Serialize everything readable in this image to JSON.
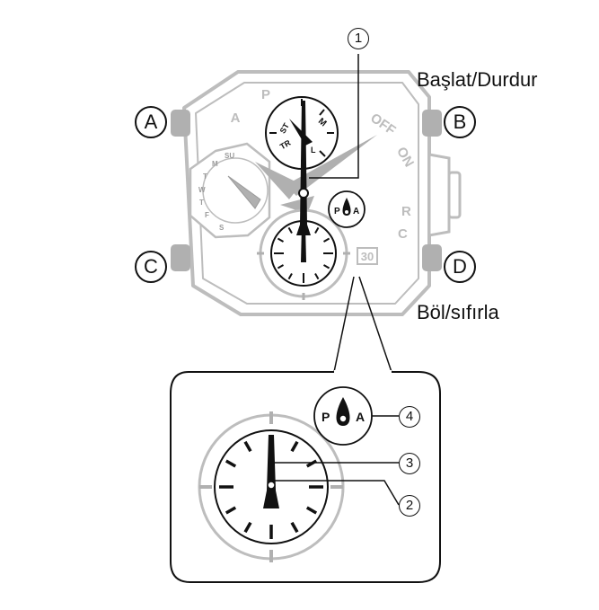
{
  "labels": {
    "start_stop": "Başlat/Durdur",
    "split_reset": "Böl/sıfırla"
  },
  "buttons": {
    "a": "A",
    "b": "B",
    "c": "C",
    "d": "D"
  },
  "callouts": {
    "n1": "1",
    "n2": "2",
    "n3": "3",
    "n4": "4"
  },
  "dial": {
    "top_marks": [
      "P",
      "A"
    ],
    "right_marks": [
      "OFF",
      "ON",
      "R",
      "C"
    ],
    "stopwatch_sub": [
      "ST",
      "TR",
      "L"
    ],
    "day_marks": [
      "SU",
      "M",
      "T",
      "W",
      "T",
      "F",
      "S"
    ],
    "date": "30",
    "pa_p": "P",
    "pa_a": "A"
  },
  "colors": {
    "line": "#111111",
    "case": "#bdbdbd",
    "fill_gray": "#b0b0b0"
  }
}
